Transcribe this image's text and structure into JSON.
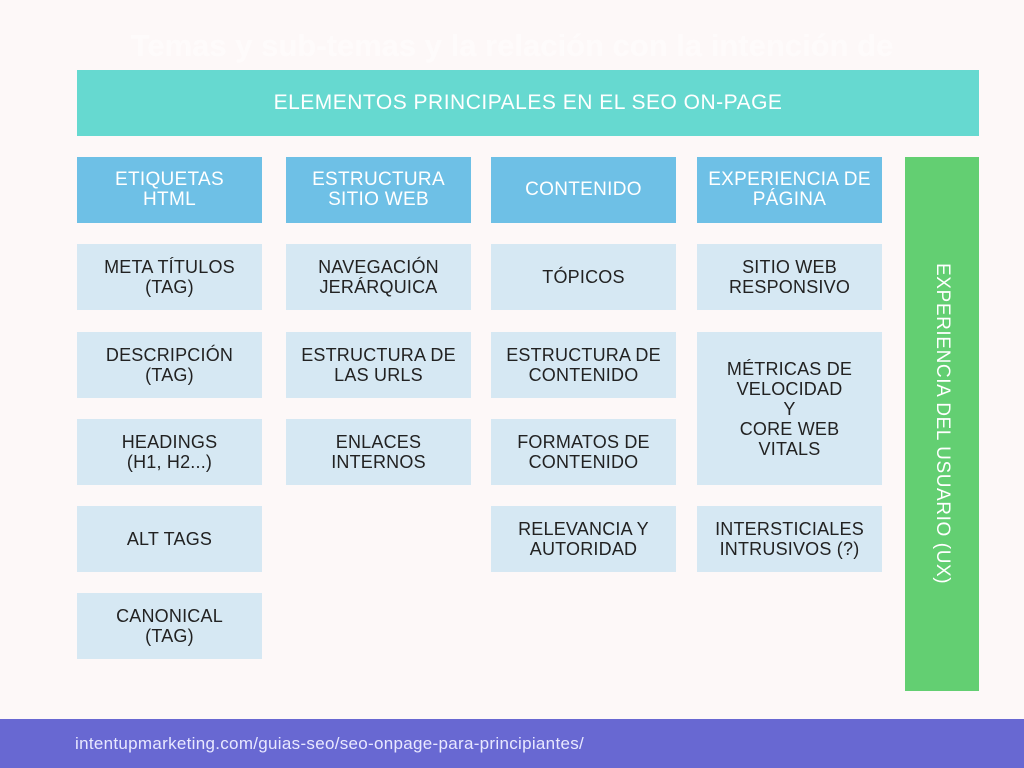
{
  "ghost_title": "Temas y sub-temas y la relación con la intención de",
  "header": {
    "title": "ELEMENTOS PRINCIPALES EN EL SEO ON-PAGE"
  },
  "columns": [
    {
      "label": "ETIQUETAS\nHTML",
      "items": [
        "META TÍTULOS\n(TAG)",
        "DESCRIPCIÓN\n(TAG)",
        "HEADINGS\n(H1, H2...)",
        "ALT TAGS",
        "CANONICAL\n(TAG)"
      ]
    },
    {
      "label": "ESTRUCTURA\nSITIO WEB",
      "items": [
        "NAVEGACIÓN\nJERÁRQUICA",
        "ESTRUCTURA DE\nLAS URLS",
        "ENLACES\nINTERNOS"
      ]
    },
    {
      "label": "CONTENIDO",
      "items": [
        "TÓPICOS",
        "ESTRUCTURA DE\nCONTENIDO",
        "FORMATOS DE\nCONTENIDO",
        "RELEVANCIA Y\nAUTORIDAD"
      ]
    },
    {
      "label": "EXPERIENCIA DE\nPÁGINA",
      "items": [
        "SITIO WEB\nRESPONSIVO",
        "MÉTRICAS DE\nVELOCIDAD\nY\nCORE WEB\nVITALS",
        "INTERSTICIALES\nINTRUSIVOS (?)"
      ]
    }
  ],
  "ux_bar": {
    "label": "EXPERIENCIA DEL USUARIO (UX)"
  },
  "footer": {
    "link": "intentupmarketing.com/guias-seo/seo-onpage-para-principiantes/"
  }
}
